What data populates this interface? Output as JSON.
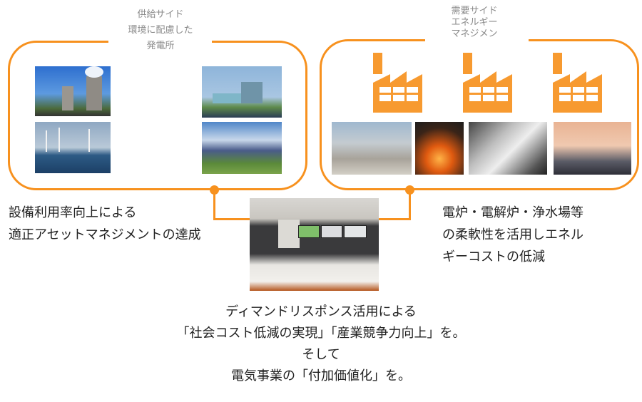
{
  "supply": {
    "caption": [
      "供給サイド",
      "環境に配慮した",
      "発電所"
    ],
    "photos": [
      "nuclear-cooling-towers",
      "gas-power-plant",
      "wind-and-solar",
      "solar-panels-field"
    ]
  },
  "demand": {
    "caption": [
      "需要サイド",
      "エネルギー",
      "マネジメン"
    ],
    "icons": [
      "factory-icon",
      "factory-icon",
      "factory-icon"
    ],
    "photos": [
      "cement-plant",
      "steel-furnace",
      "paper-mill",
      "refinery"
    ]
  },
  "center": {
    "photo": "control-room"
  },
  "left_text": [
    "設備利用率向上による",
    "適正アセットマネジメントの達成"
  ],
  "right_text": [
    "電炉・電解炉・浄水場等",
    "の柔軟性を活用しエネル",
    "ギーコストの低減"
  ],
  "bottom_text": [
    "ディマンドリスポンス活用による",
    "「社会コスト低減の実現」「産業競争力向上」を。",
    "そして",
    "電気事業の「付加価値化」を。"
  ],
  "colors": {
    "accent": "#F7911E",
    "icon": "#F79A30"
  }
}
